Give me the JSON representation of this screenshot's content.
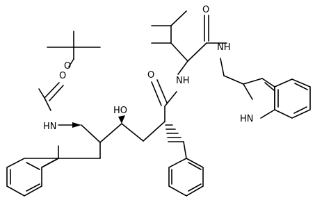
{
  "molecule": {
    "atom_labels": {
      "o_carbamate_carbonyl": "O",
      "o_carbamate_ester": "O",
      "hn_carbamate": "HN",
      "oh_hydroxyl": "HO",
      "o_amide_1": "O",
      "nh_amide_1": "NH",
      "o_amide_2": "O",
      "nh_amide_2": "NH",
      "nh_indole": "HN"
    }
  }
}
